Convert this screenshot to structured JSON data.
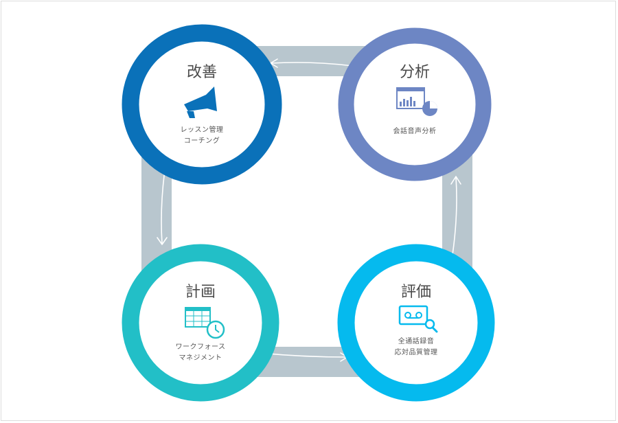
{
  "colors": {
    "ring_track": "#b8c6ce",
    "kaizen": "#0a71b9",
    "bunseki": "#6d86c4",
    "keikaku": "#22bfc7",
    "hyouka": "#05baee",
    "flow_arrow": "#ffffff"
  },
  "nodes": {
    "kaizen": {
      "title": "改善",
      "line1": "レッスン管理",
      "line2": "コーチング",
      "icon": "megaphone-icon"
    },
    "bunseki": {
      "title": "分析",
      "line1": "会話音声分析",
      "icon": "analytics-chart-icon"
    },
    "keikaku": {
      "title": "計画",
      "line1": "ワークフォース",
      "line2": "マネジメント",
      "icon": "calendar-clock-icon"
    },
    "hyouka": {
      "title": "評価",
      "line1": "全通話録音",
      "line2": "応対品質管理",
      "icon": "recorder-search-icon"
    }
  }
}
